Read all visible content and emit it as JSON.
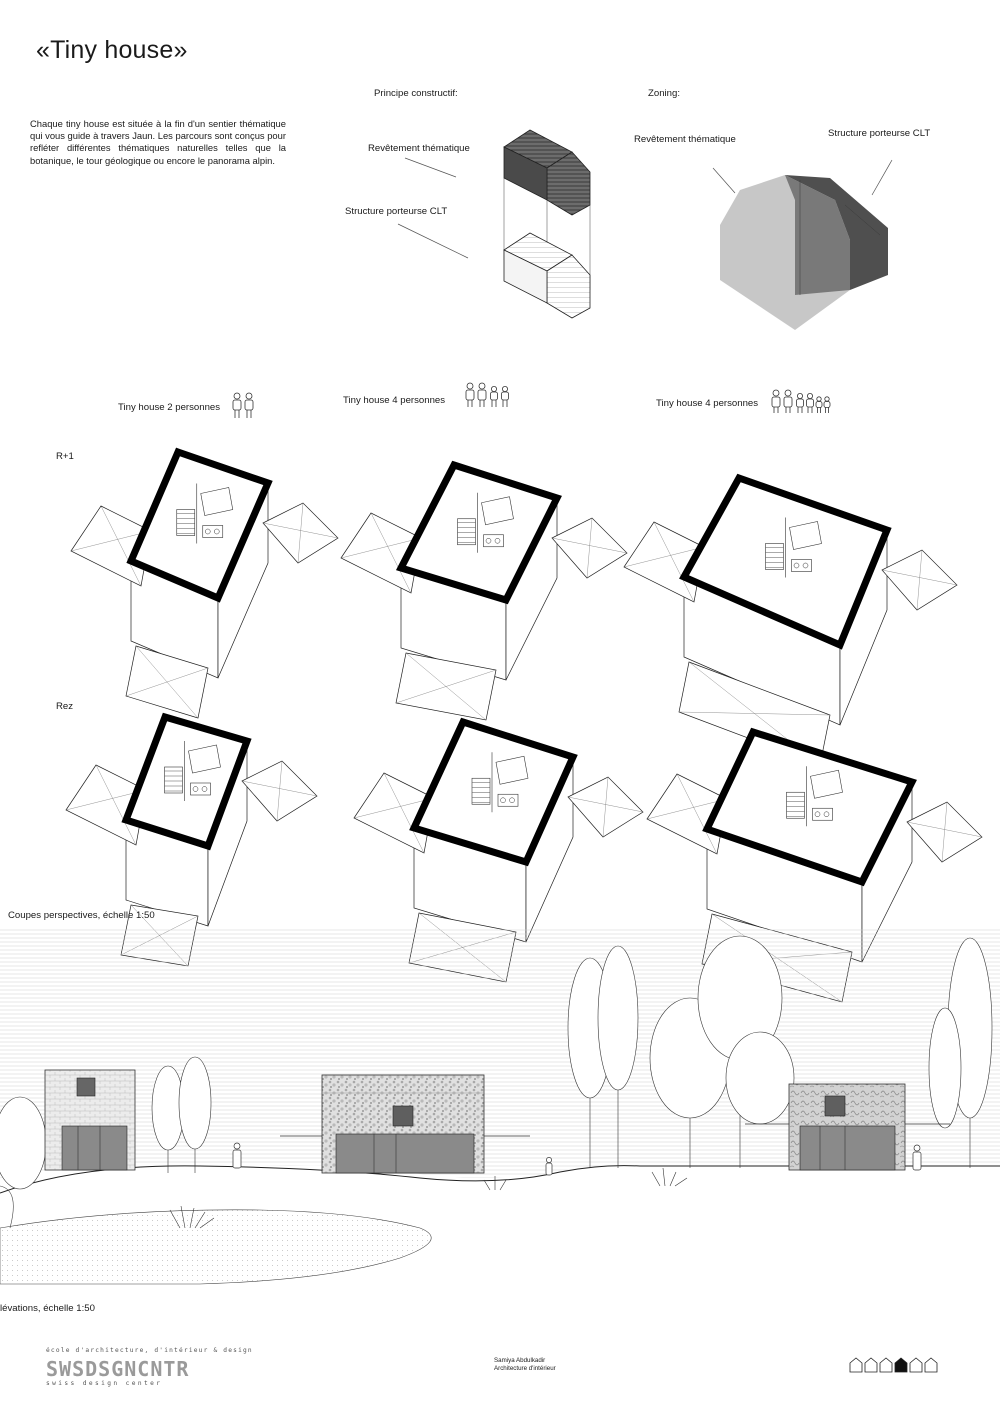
{
  "title": "«Tiny house»",
  "intro": "Chaque tiny house est située à la fin d'un sentier thématique qui vous guide à travers Jaun. Les parcours sont conçus pour refléter différentes thématiques naturelles telles que la botanique, le tour géologique ou encore le panorama alpin.",
  "construction": {
    "heading": "Principe constructif:",
    "label_cladding": "Revêtement thématique",
    "label_structure": "Structure porteurse CLT"
  },
  "zoning": {
    "heading": "Zoning:",
    "label_cladding": "Revêtement thématique",
    "label_structure": "Structure porteurse CLT"
  },
  "variants": [
    {
      "label": "Tiny house 2 personnes",
      "people": 2
    },
    {
      "label": "Tiny house 4 personnes",
      "people": 4
    },
    {
      "label": "Tiny house 4 personnes",
      "people": 6
    }
  ],
  "levels": {
    "upper": "R+1",
    "ground": "Rez"
  },
  "sections_caption": "Coupes perspectives, échelle  1:50",
  "elevations_caption": "lévations, échelle 1:50",
  "footer": {
    "school_line": "école d'architecture, d'intérieur & design",
    "logo_text": "SWSDSGNCNTR",
    "school_name": "swiss design center",
    "author": "Samiya Abdulkadir",
    "program": "Architecture d'intérieur",
    "series_marks": 6,
    "series_active_index": 3
  }
}
